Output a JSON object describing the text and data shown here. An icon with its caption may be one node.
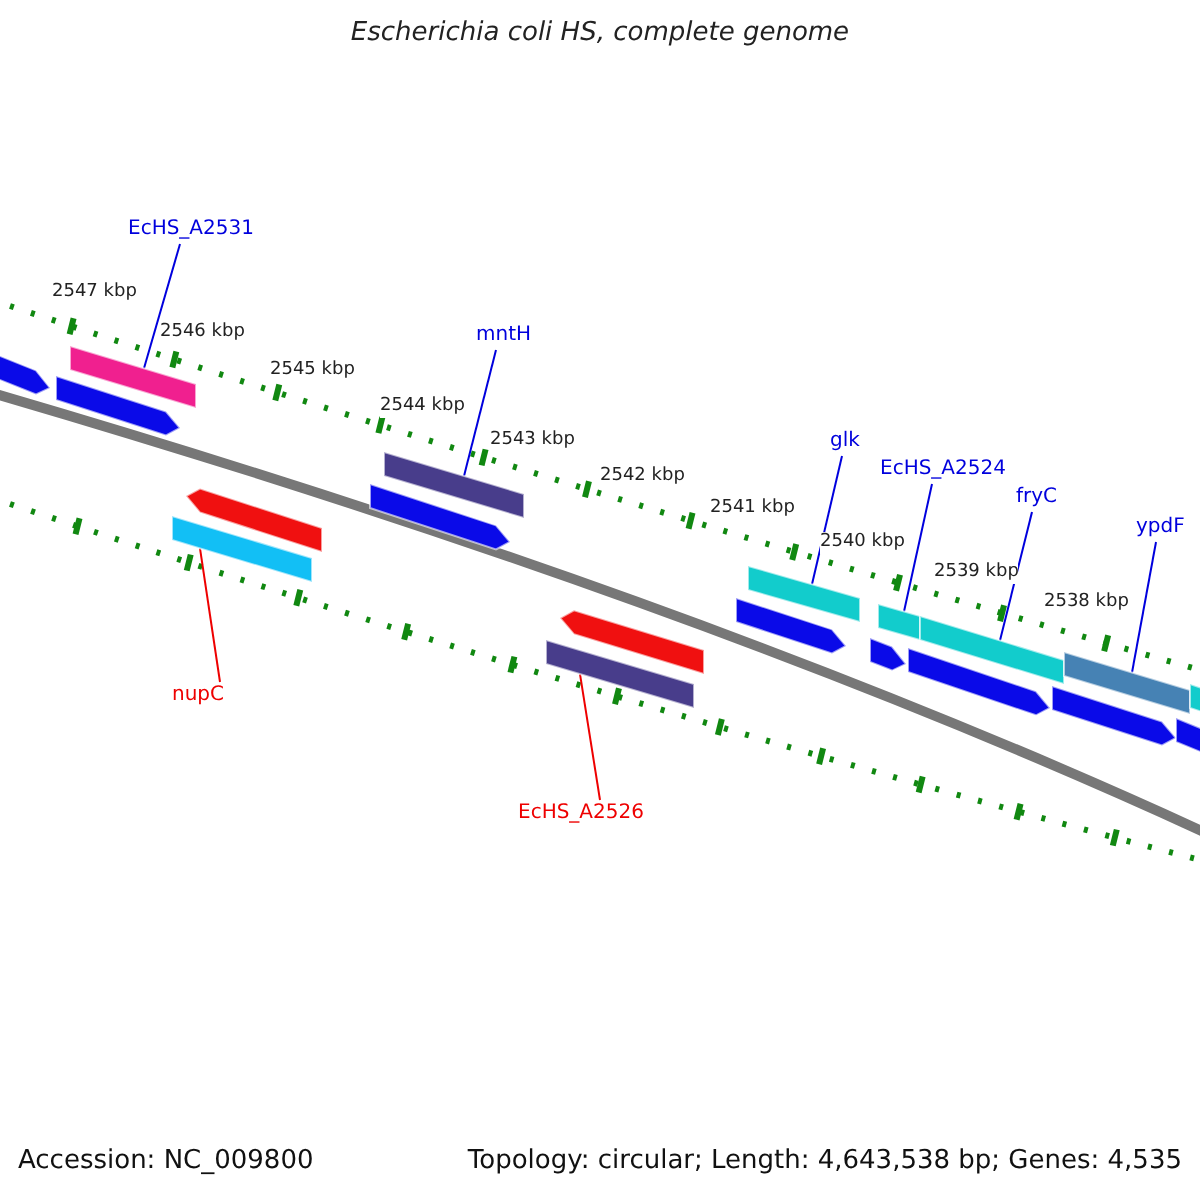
{
  "diagram": {
    "title": "Escherichia coli HS, complete genome",
    "nodes": [
      {
        "text": [
          "EcHS_A2531"
        ]
      },
      {
        "text": [
          "mntH"
        ]
      },
      {
        "text": [
          "glk"
        ]
      },
      {
        "text": [
          "EcHS_A2524"
        ]
      },
      {
        "text": [
          "fryC"
        ]
      },
      {
        "text": [
          "ypdF"
        ]
      },
      {
        "text": [
          "nupC"
        ]
      },
      {
        "text": [
          "EcHS_A2526"
        ]
      },
      {
        "text": [],
        "shape": "bar"
      },
      {
        "text": [],
        "shape": "bar"
      },
      {
        "text": [],
        "shape": "bar"
      },
      {
        "text": [],
        "shape": "bar"
      },
      {
        "text": [],
        "shape": "bar"
      },
      {
        "text": [],
        "shape": "bar"
      },
      {
        "text": [],
        "shape": "bar"
      },
      {
        "text": [],
        "shape": "bar"
      },
      {
        "text": [],
        "shape": "bar"
      },
      {
        "text": [],
        "shape": "bar"
      },
      {
        "text": [],
        "shape": "bar"
      },
      {
        "text": [],
        "shape": "bar"
      },
      {
        "text": [],
        "shape": "bar"
      },
      {
        "text": [],
        "shape": "bar"
      },
      {
        "text": [],
        "shape": "bar"
      },
      {
        "text": [],
        "shape": "bar"
      },
      {
        "text": [],
        "shape": "bar"
      },
      {
        "text": [],
        "shape": "bar"
      },
      {
        "text": [],
        "shape": "bar"
      }
    ],
    "edges": [
      {
        "from": 0,
        "to": 8,
        "arrow": "none"
      },
      {
        "from": 1,
        "to": 9,
        "arrow": "none"
      },
      {
        "from": 2,
        "to": 10,
        "arrow": "none"
      },
      {
        "from": 3,
        "to": 11,
        "arrow": "none"
      },
      {
        "from": 4,
        "to": 12,
        "arrow": "none"
      },
      {
        "from": 5,
        "to": 13,
        "arrow": "none"
      },
      {
        "from": 6,
        "to": 14,
        "arrow": "none",
        "color": "#ee0000"
      },
      {
        "from": 7,
        "to": 15,
        "arrow": "none",
        "color": "#ee0000"
      }
    ],
    "labels": [
      "2547 kbp",
      "2546 kbp",
      "2545 kbp",
      "2544 kbp",
      "2543 kbp",
      "2542 kbp",
      "2541 kbp",
      "2540 kbp",
      "2539 kbp",
      "2538 kbp",
      "Accession: NC_009800",
      "Topology: circular; Length: 4,643,538 bp; Genes: 4,535"
    ]
  }
}
